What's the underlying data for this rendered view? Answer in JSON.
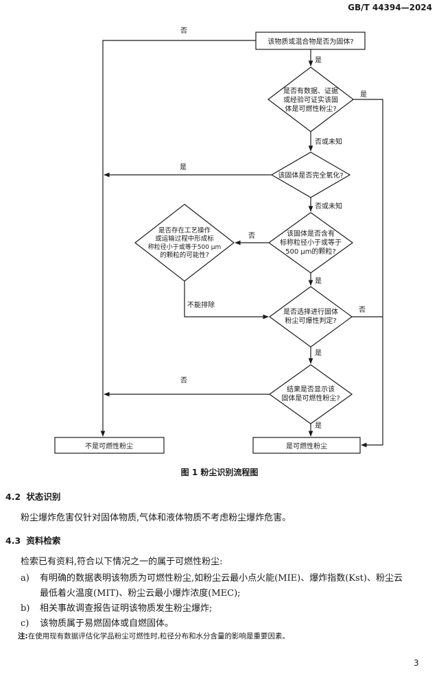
{
  "header": {
    "std_code": "GB/T 44394—2024"
  },
  "flowchart": {
    "nodes": {
      "q1": "该物质或混合物是否为固体?",
      "q2": [
        "是否有数据、证据",
        "或经验可证实该固",
        "体是可燃性粉尘?"
      ],
      "q3": "该固体是否完全氧化?",
      "q4": [
        "该固体是否含有",
        "标称粒径小于或等于",
        "500 μm的颗粒?"
      ],
      "q5": [
        "是否存在工艺操作",
        "或运输过程中形成标",
        "称粒径小于或等于500 μm",
        "的颗粒的可能性?"
      ],
      "q6": [
        "是否选择进行固体",
        "粉尘可爆性判定?"
      ],
      "q7": [
        "结果是否显示该",
        "固体是可燃性粉尘?"
      ],
      "out_no": "不是可燃性粉尘",
      "out_yes": "是可燃性粉尘"
    },
    "edges": {
      "q1_no": "否",
      "q1_yes": "是",
      "q2_yes": "是",
      "q2_no": "否或未知",
      "q3_yes": "是",
      "q3_no": "否或未知",
      "q4_no": "否",
      "q4_yes": "是",
      "q5_cannot": "不能排除",
      "q6_no": "否",
      "q6_yes": "是",
      "q7_no": "否",
      "q7_yes": "是"
    }
  },
  "figure": {
    "caption": "图 1   粉尘识别流程图"
  },
  "section_4_2": {
    "number": "4.2",
    "title": "状态识别",
    "text": "粉尘爆炸危害仅针对固体物质,气体和液体物质不考虑粉尘爆炸危害。"
  },
  "section_4_3": {
    "number": "4.3",
    "title": "资料检索",
    "intro": "检索已有资料,符合以下情况之一的属于可燃性粉尘:",
    "items": [
      {
        "label": "a)",
        "line1": "有明确的数据表明该物质为可燃性粉尘,如粉尘云最小点火能(MIE)、爆炸指数(Kst)、粉尘云",
        "line2": "最低着火温度(MIT)、粉尘云最小爆炸浓度(MEC);"
      },
      {
        "label": "b)",
        "line1": "相关事故调查报告证明该物质发生粉尘爆炸;"
      },
      {
        "label": "c)",
        "line1": "该物质属于易燃固体或自燃固体。"
      }
    ],
    "note_label": "注:",
    "note_text": "在使用现有数据评估化学品粉尘可燃性时,粒径分布和水分含量的影响是重要因素。"
  },
  "page_number": "3"
}
